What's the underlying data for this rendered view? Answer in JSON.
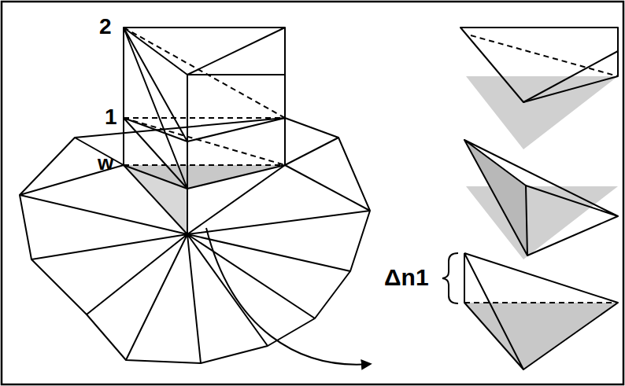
{
  "diagram": {
    "labels": [
      "2",
      "1",
      "w",
      "Δn1"
    ]
  }
}
